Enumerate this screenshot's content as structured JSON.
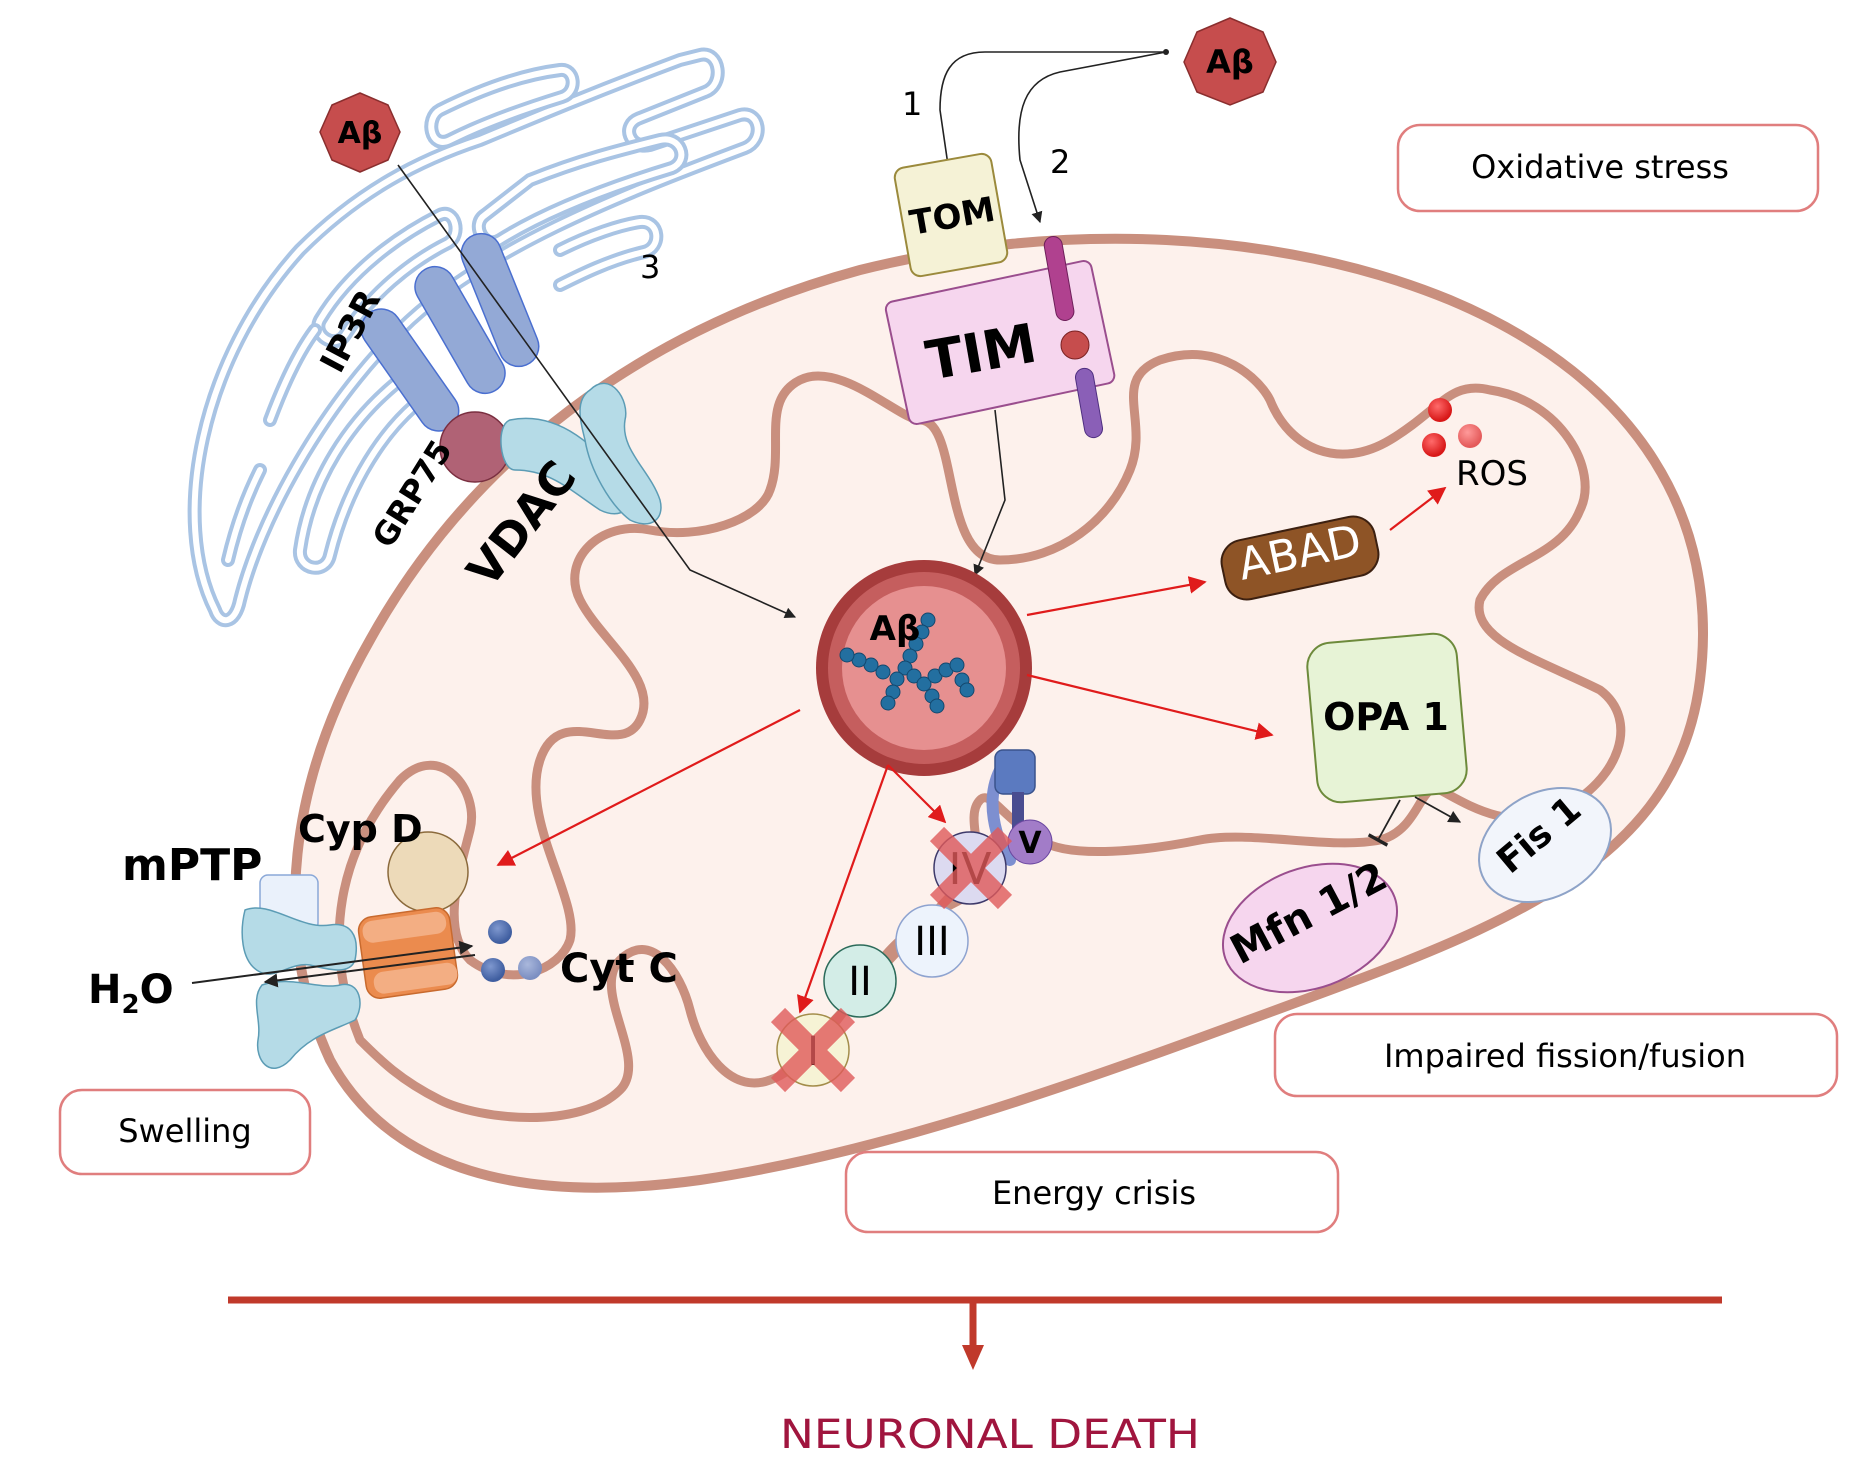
{
  "figure": {
    "title": "Amyloid-beta mediated mitochondrial dysfunction leading to neuronal death",
    "colors": {
      "abeta": "#c64d4d",
      "membrane": "#c98f7e",
      "matrix": "#fdf1ec",
      "er": "#a9c4e4",
      "red_arrow": "#e01b1b",
      "outcome_border": "#e07e7e",
      "death_line": "#c0392b",
      "death_text": "#a0153e"
    }
  },
  "abeta_sources": {
    "er_abeta": "Aβ",
    "cyto_abeta": "Aβ",
    "matrix_abeta": "Aβ"
  },
  "pathways": {
    "route_1": "1",
    "route_2": "2",
    "route_3": "3"
  },
  "er_proteins": {
    "ip3r": "IP3R",
    "grp75": "GRP75",
    "vdac": "VDAC"
  },
  "import_complexes": {
    "tom": "TOM",
    "tim": "TIM"
  },
  "targets": {
    "abad": "ABAD",
    "ros": "ROS",
    "opa1": "OPA 1",
    "fis1": "Fis 1",
    "mfn": "Mfn 1/2",
    "cypd": "Cyp D",
    "mptp": "mPTP",
    "h2o_main": "H",
    "h2o_sub": "2",
    "h2o_tail": "O",
    "cytc": "Cyt C"
  },
  "etc_complexes": [
    {
      "label": "I",
      "inhibited": true
    },
    {
      "label": "II",
      "inhibited": false
    },
    {
      "label": "III",
      "inhibited": false
    },
    {
      "label": "IV",
      "inhibited": true
    },
    {
      "label": "V",
      "inhibited": false
    }
  ],
  "outcomes": {
    "oxidative_stress": "Oxidative stress",
    "impaired_fission_fusion": "Impaired fission/fusion",
    "energy_crisis": "Energy crisis",
    "swelling": "Swelling"
  },
  "final_outcome": "NEURONAL DEATH"
}
